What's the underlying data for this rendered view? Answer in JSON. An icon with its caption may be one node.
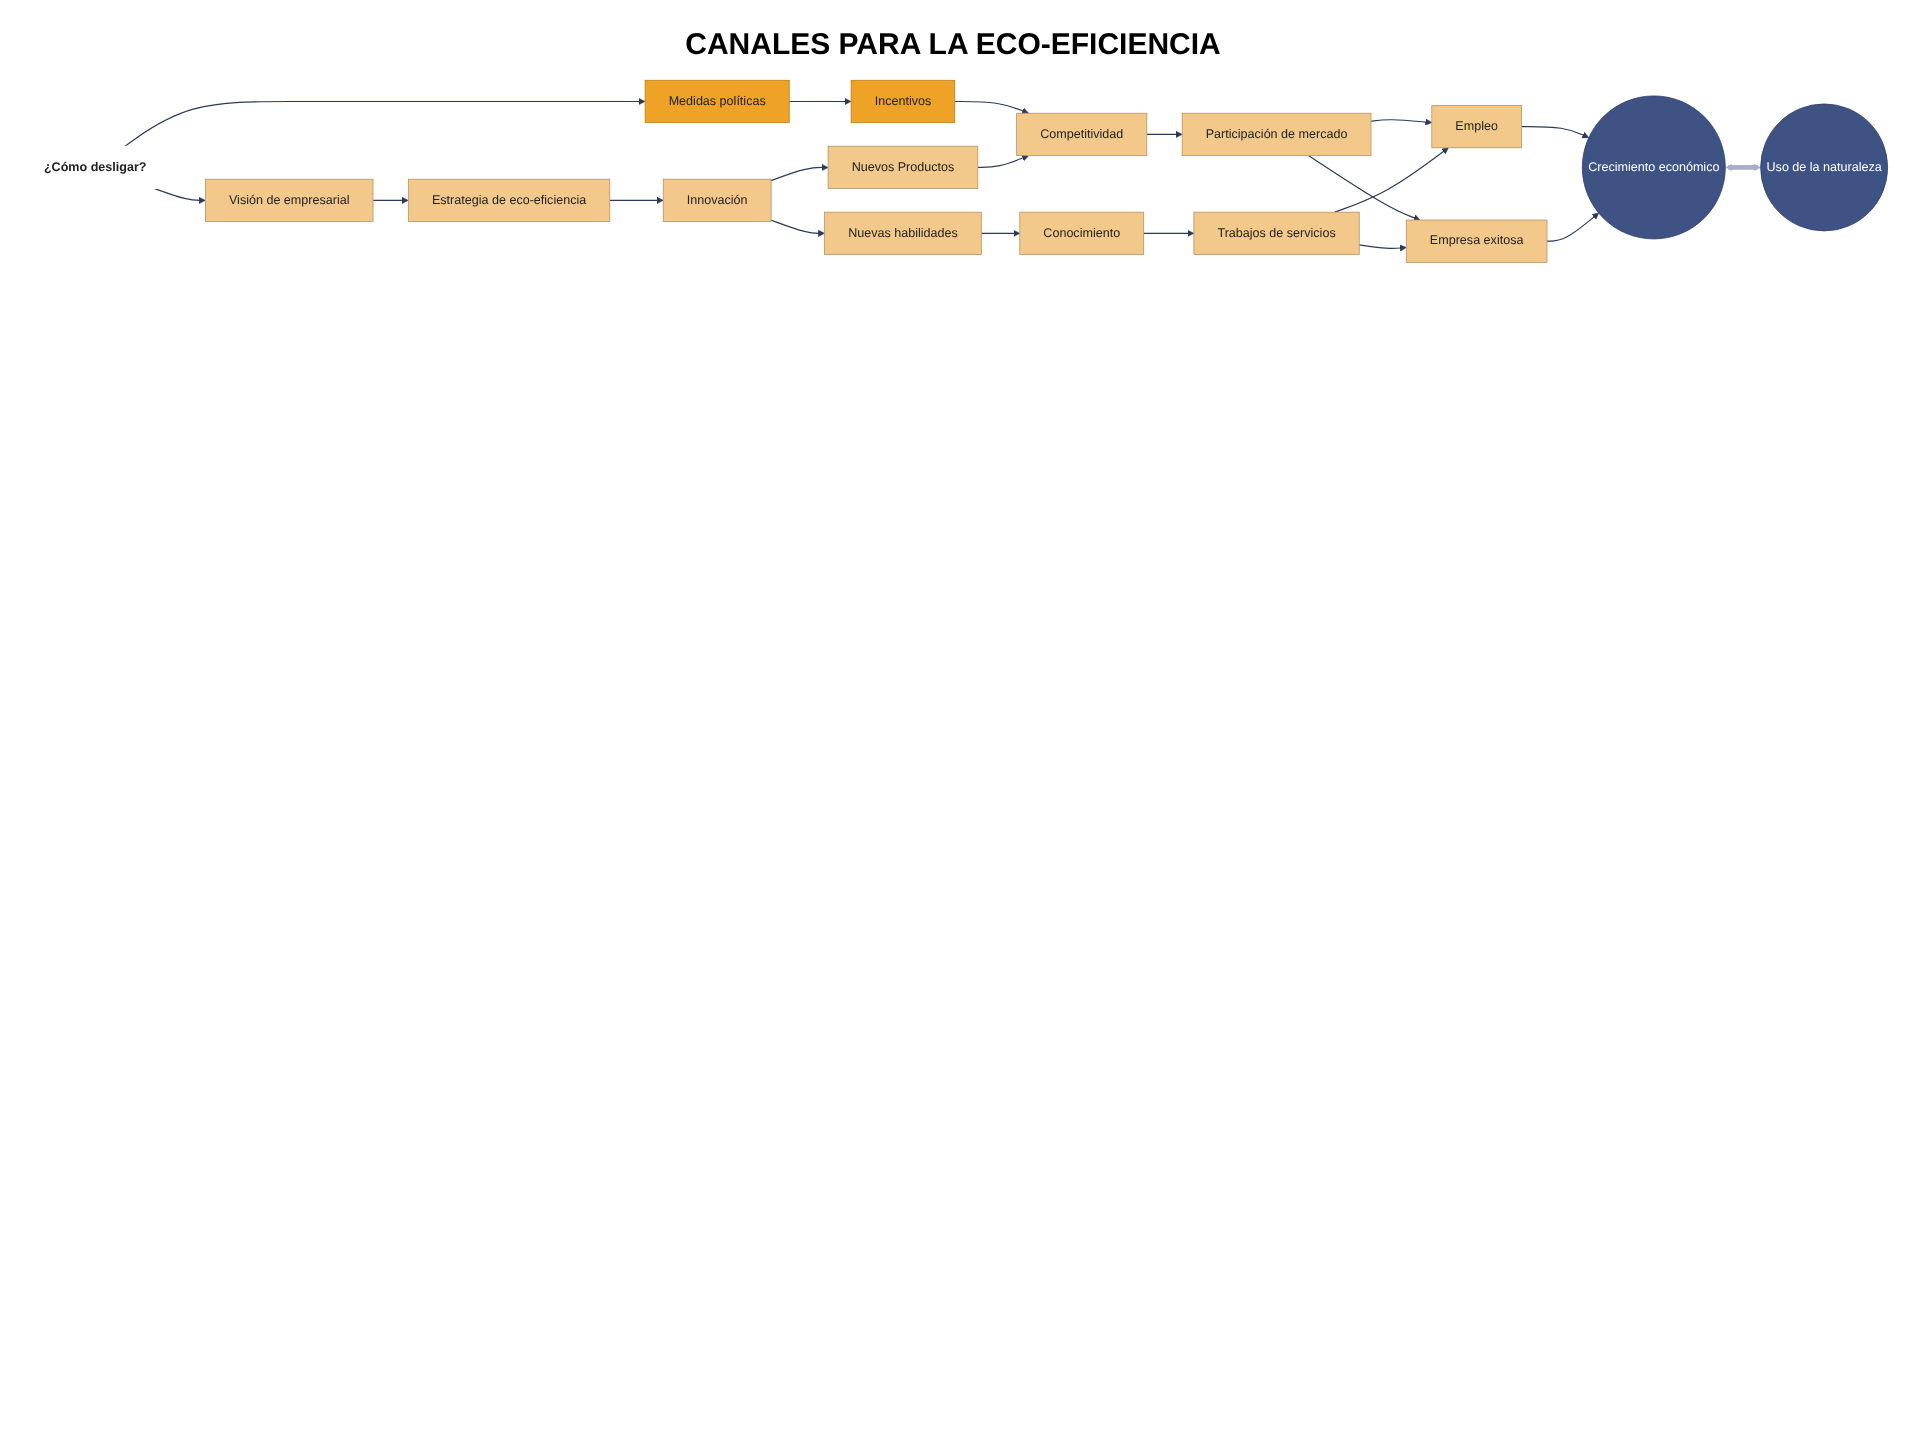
{
  "diagram": {
    "title": "CANALES PARA LA ECO-EFICIENCIA",
    "nodes": [
      {
        "text": [
          "Empleo"
        ]
      },
      {
        "text": [
          "Crecimiento económico"
        ]
      },
      {
        "text": [
          "Empresa exitosa"
        ]
      },
      {
        "text": [
          "Participación de mercado"
        ]
      },
      {
        "text": [
          "Trabajos de servicios"
        ]
      },
      {
        "text": [
          "¿Cómo desligar?"
        ]
      },
      {
        "text": [
          "Medidas políticas"
        ]
      },
      {
        "text": [
          "Incentivos"
        ]
      },
      {
        "text": [
          "Competitividad"
        ]
      },
      {
        "text": [
          "Conocimiento"
        ]
      },
      {
        "text": [
          "Visión de empresarial"
        ]
      },
      {
        "text": [
          "Nuevos Productos"
        ]
      },
      {
        "text": [
          "Nuevas habilidades"
        ]
      },
      {
        "text": [
          "Estrategia de eco-eficiencia"
        ]
      },
      {
        "text": [
          "Uso de la naturaleza"
        ]
      },
      {
        "text": [
          "Innovación"
        ]
      }
    ],
    "edges": [
      {
        "from": 0,
        "to": 1,
        "arrow": "to"
      },
      {
        "from": 2,
        "to": 1,
        "arrow": "to"
      },
      {
        "from": 3,
        "to": 0,
        "arrow": "to"
      },
      {
        "from": 3,
        "to": 2,
        "arrow": "to"
      },
      {
        "from": 4,
        "to": 0,
        "arrow": "to"
      },
      {
        "from": 4,
        "to": 2,
        "arrow": "to"
      },
      {
        "from": 8,
        "to": 3,
        "arrow": "to"
      },
      {
        "from": 5,
        "to": 6,
        "arrow": "to"
      },
      {
        "from": 6,
        "to": 7,
        "arrow": "to"
      },
      {
        "from": 7,
        "to": 8,
        "arrow": "to"
      },
      {
        "from": 5,
        "to": 10,
        "arrow": "to"
      },
      {
        "from": 10,
        "to": 13,
        "arrow": "to"
      },
      {
        "from": 13,
        "to": 15,
        "arrow": "to"
      },
      {
        "from": 15,
        "to": 11,
        "arrow": "to"
      },
      {
        "from": 15,
        "to": 12,
        "arrow": "to"
      },
      {
        "from": 11,
        "to": 8,
        "arrow": "to"
      },
      {
        "from": 12,
        "to": 9,
        "arrow": "to"
      },
      {
        "from": 9,
        "to": 4,
        "arrow": "to"
      },
      {
        "from": 1,
        "to": 14,
        "arrow": "both",
        "style": "thick",
        "color": "#a9adc9"
      }
    ]
  }
}
